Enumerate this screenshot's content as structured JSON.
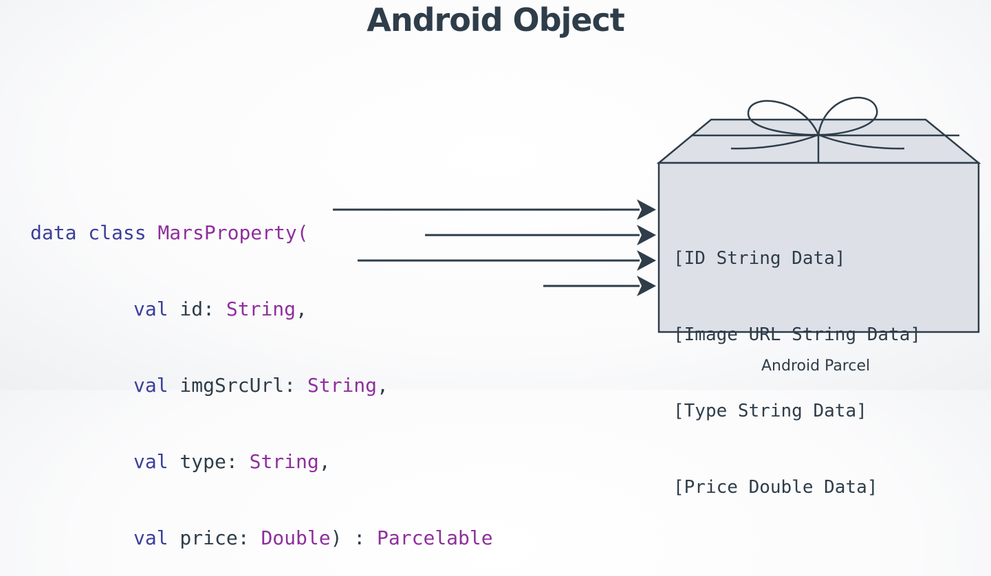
{
  "title": "Android Object",
  "code": {
    "line1": {
      "kw": "data class",
      "name": " MarsProperty("
    },
    "fields": [
      {
        "kw": "val",
        "name": " id: ",
        "type": "String",
        "suffix": ","
      },
      {
        "kw": "val",
        "name": " imgSrcUrl: ",
        "type": "String",
        "suffix": ","
      },
      {
        "kw": "val",
        "name": " type: ",
        "type": "String",
        "suffix": ","
      },
      {
        "kw": "val",
        "name": " price: ",
        "type": "Double",
        "suffix": ") : ",
        "iface": "Parcelable"
      }
    ]
  },
  "parcel": {
    "lines": [
      "[ID String Data]",
      "[Image URL String Data]",
      "[Type String Data]",
      "[Price Double Data]"
    ],
    "caption": "Android Parcel"
  },
  "colors": {
    "text": "#2e3d49",
    "keyword": "#3b3f9a",
    "type": "#8e2f9c",
    "box_fill": "#dde1e7",
    "box_stroke": "#2e3d49"
  }
}
